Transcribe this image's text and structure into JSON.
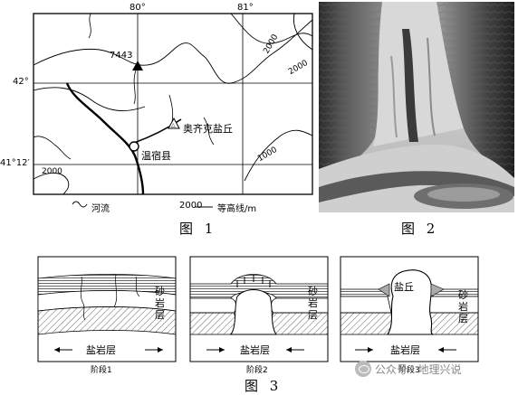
{
  "figure1": {
    "caption": "图 1",
    "lon_labels": [
      "80°",
      "81°"
    ],
    "lat_labels": [
      "42°",
      "41°12′"
    ],
    "peak_elevation": "7443",
    "contours": {
      "c2000_a": "2000",
      "c2000_b": "2000",
      "c2000_c": "2000",
      "c1000": "1000"
    },
    "place_salt_hill": "奥齐克盐丘",
    "place_county": "温宿县",
    "legend": {
      "river_label": "河流",
      "contour_value": "2000",
      "contour_label": "等高线/m"
    }
  },
  "figure2": {
    "caption": "图 2"
  },
  "figure3": {
    "caption": "图 3",
    "stages": [
      {
        "label": "阶段1",
        "layer_sandstone": "砂岩层",
        "layer_saltrock": "盐岩层"
      },
      {
        "label": "阶段2",
        "layer_sandstone": "砂岩层",
        "layer_saltrock": "盐岩层"
      },
      {
        "label": "阶段3",
        "layer_sandstone": "砂岩层",
        "layer_saltrock": "盐岩层",
        "dome_label": "盐丘"
      }
    ]
  },
  "watermark": "公众号 · 地理兴说"
}
